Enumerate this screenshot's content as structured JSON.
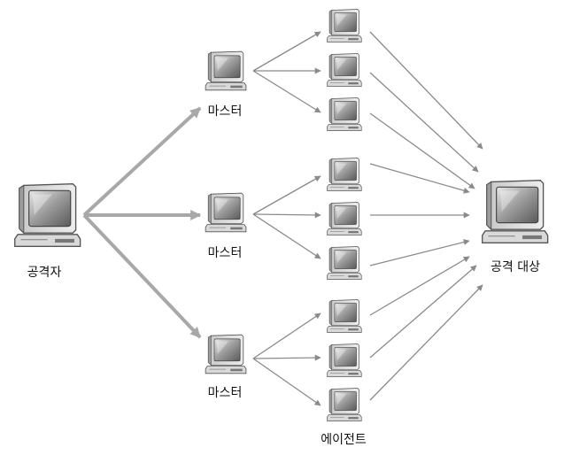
{
  "labels": {
    "attacker": "공격자",
    "master": "마스터",
    "target": "공격 대상",
    "agent": "에이전트"
  },
  "nodes": {
    "attacker": {
      "label": "공격자"
    },
    "masters": [
      {
        "label": "마스터"
      },
      {
        "label": "마스터"
      },
      {
        "label": "마스터"
      }
    ],
    "agents_per_master": 3,
    "target": {
      "label": "공격 대상"
    }
  },
  "icon": "desktop-computer-icon"
}
